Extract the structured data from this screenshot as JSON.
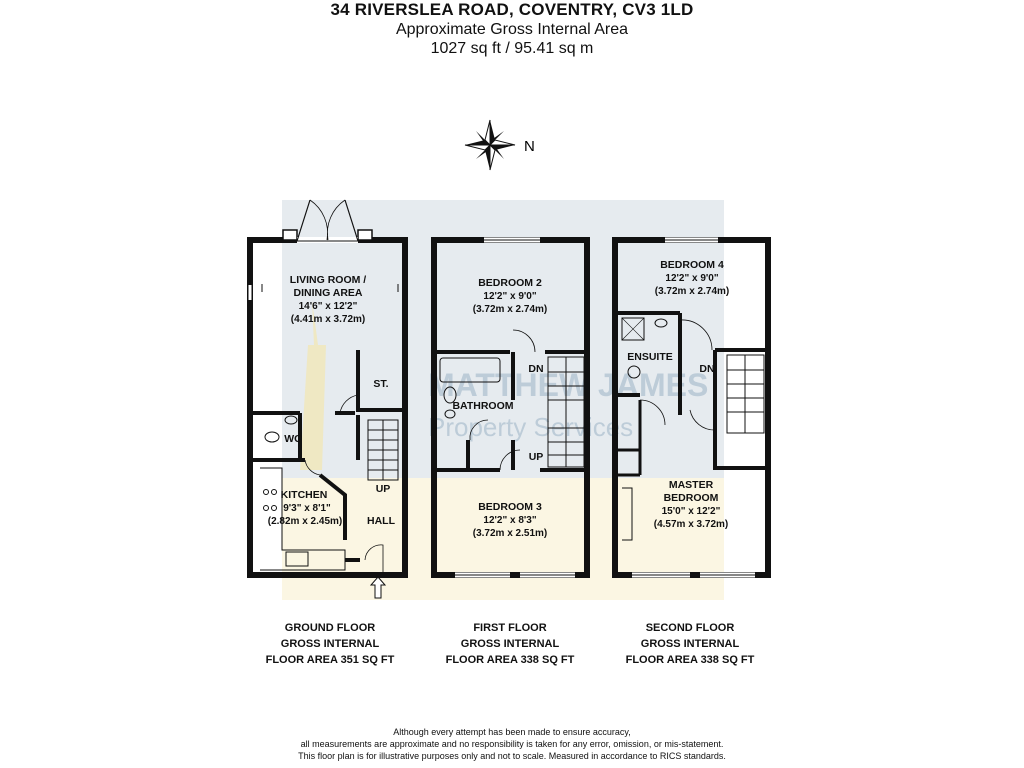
{
  "header": {
    "title": "34 RIVERSLEA ROAD, COVENTRY, CV3 1LD",
    "subtitle": "Approximate Gross Internal Area",
    "area": "1027 sq ft / 95.41 sq m"
  },
  "compass": {
    "label": "N"
  },
  "watermark": {
    "line1": "MATTHEW JAMES",
    "line2": "Property Services"
  },
  "ground_floor": {
    "living": {
      "name1": "LIVING ROOM /",
      "name2": "DINING AREA",
      "dim1": "14'6\" x 12'2\"",
      "dim2": "(4.41m x 3.72m)"
    },
    "store": "ST.",
    "wc": "WC",
    "kitchen": {
      "name": "KITCHEN",
      "dim1": "9'3\" x 8'1\"",
      "dim2": "(2.82m x 2.45m)"
    },
    "up": "UP",
    "hall": "HALL",
    "caption": [
      "GROUND FLOOR",
      "GROSS INTERNAL",
      "FLOOR AREA 351 SQ FT"
    ]
  },
  "first_floor": {
    "bedroom2": {
      "name": "BEDROOM 2",
      "dim1": "12'2\" x 9'0\"",
      "dim2": "(3.72m x 2.74m)"
    },
    "dn": "DN",
    "bathroom": "BATHROOM",
    "up": "UP",
    "bedroom3": {
      "name": "BEDROOM 3",
      "dim1": "12'2\" x 8'3\"",
      "dim2": "(3.72m x 2.51m)"
    },
    "caption": [
      "FIRST FLOOR",
      "GROSS INTERNAL",
      "FLOOR AREA 338 SQ FT"
    ]
  },
  "second_floor": {
    "bedroom4": {
      "name": "BEDROOM 4",
      "dim1": "12'2\" x 9'0\"",
      "dim2": "(3.72m x 2.74m)"
    },
    "ensuite": "ENSUITE",
    "dn": "DN",
    "master": {
      "name1": "MASTER",
      "name2": "BEDROOM",
      "dim1": "15'0\" x 12'2\"",
      "dim2": "(4.57m x 3.72m)"
    },
    "caption": [
      "SECOND FLOOR",
      "GROSS INTERNAL",
      "FLOOR AREA 338 SQ FT"
    ]
  },
  "footer": [
    "Although every attempt has been made to ensure accuracy,",
    "all measurements are approximate and no responsibility is taken for any error, omission, or mis-statement.",
    "This floor plan is for illustrative purposes only and not to scale. Measured in accordance to RICS standards."
  ]
}
